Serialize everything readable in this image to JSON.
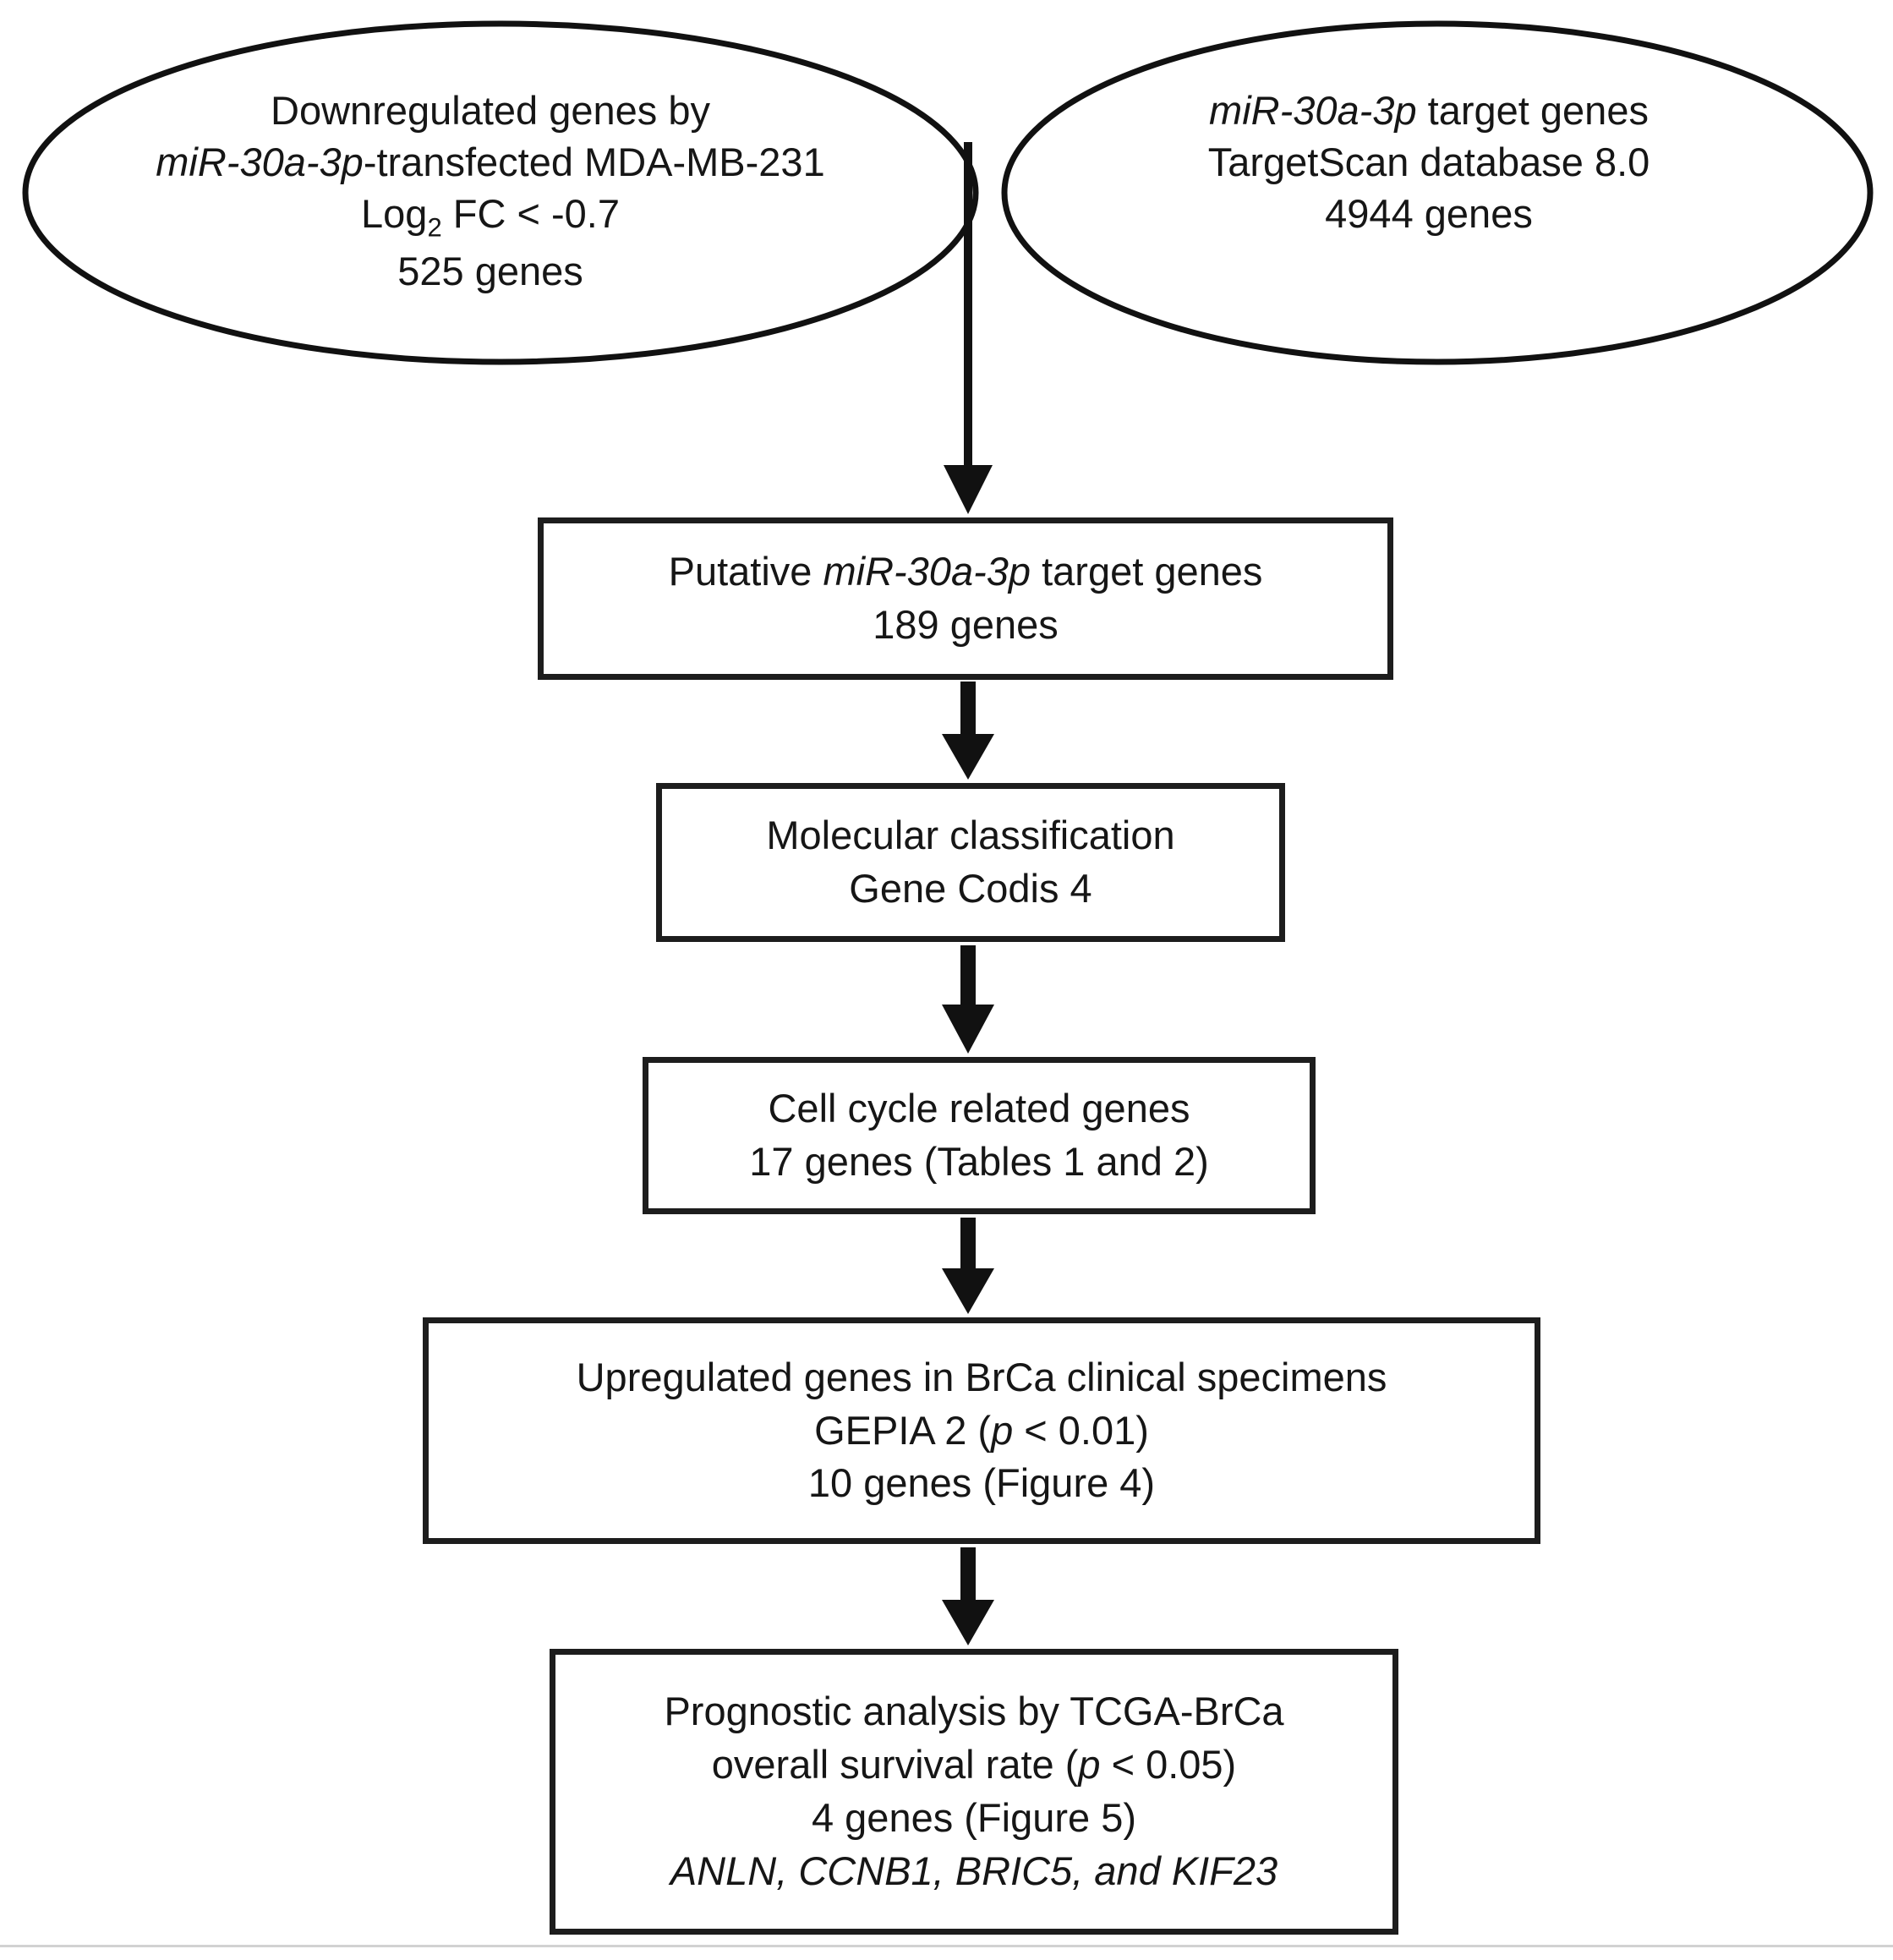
{
  "figure": {
    "title": "miR-30a-3p target gene selection flowchart",
    "line_color": "#1d1d1d",
    "text_color": "#161616",
    "background": "#ffffff"
  },
  "venn": {
    "left_ellipse": {
      "name": "downregulated-genes-ellipse",
      "lines": [
        {
          "text": "Downregulated genes by",
          "italic": false
        },
        {
          "text": "miR-30a-3p",
          "italic": true,
          "suffix": "-transfected MDA-MB-231"
        },
        {
          "text": "Log2 FC <  -0.7",
          "italic": false,
          "subscript": "2"
        },
        {
          "text": "525 genes",
          "italic": false
        }
      ],
      "line1": "Downregulated genes by",
      "line2_italic": "miR-30a-3p",
      "line2_rest": "-transfected MDA-MB-231",
      "line3_pre": "Log",
      "line3_sub": "2",
      "line3_post": " FC <  -0.7",
      "line4": "525 genes",
      "gene_count": 525,
      "threshold": "Log2 FC < -0.7"
    },
    "right_ellipse": {
      "name": "targetscan-ellipse",
      "line1_italic": "miR-30a-3p",
      "line1_rest": " target genes",
      "line2": "TargetScan database 8.0",
      "line3": "4944 genes",
      "gene_count": 4944,
      "database": "TargetScan database 8.0"
    }
  },
  "boxes": [
    {
      "id": "putative",
      "name": "putative-target-genes-box",
      "line1_pre": "Putative ",
      "line1_italic": "miR-30a-3p",
      "line1_post": " target genes",
      "line2": "189 genes",
      "gene_count": 189
    },
    {
      "id": "molecular",
      "name": "molecular-classification-box",
      "line1": "Molecular classification",
      "line2": "Gene Codis 4",
      "tool": "Gene Codis 4"
    },
    {
      "id": "cellcycle",
      "name": "cell-cycle-genes-box",
      "line1": "Cell cycle related genes",
      "line2": "17 genes (Tables 1 and 2)",
      "gene_count": 17,
      "reference": "Tables 1 and 2"
    },
    {
      "id": "upregulated",
      "name": "upregulated-genes-box",
      "line1": "Upregulated genes in BrCa clinical specimens",
      "line2_pre": "GEPIA 2 (",
      "line2_italic": "p",
      "line2_post": " < 0.01)",
      "line3": "10 genes (Figure 4)",
      "gene_count": 10,
      "tool": "GEPIA 2",
      "p_value": "p < 0.01",
      "reference": "Figure 4"
    },
    {
      "id": "prognostic",
      "name": "prognostic-analysis-box",
      "line1": "Prognostic analysis by TCGA-BrCa",
      "line2_pre": "overall survival rate (",
      "line2_italic": "p",
      "line2_post": " < 0.05)",
      "line3": "4 genes (Figure 5)",
      "line4_genes": "ANLN, CCNB1, BRIC5, and KIF23",
      "gene_count": 4,
      "tool": "TCGA-BrCa",
      "p_value": "p < 0.05",
      "reference": "Figure 5",
      "genes": [
        "ANLN",
        "CCNB1",
        "BRIC5",
        "KIF23"
      ]
    }
  ],
  "arrows": [
    {
      "name": "venn-to-putative-arrow",
      "style": "thin-line"
    },
    {
      "name": "putative-to-molecular-arrow",
      "style": "block"
    },
    {
      "name": "molecular-to-cellcycle-arrow",
      "style": "block"
    },
    {
      "name": "cellcycle-to-upregulated-arrow",
      "style": "block"
    },
    {
      "name": "upregulated-to-prognostic-arrow",
      "style": "block"
    }
  ]
}
